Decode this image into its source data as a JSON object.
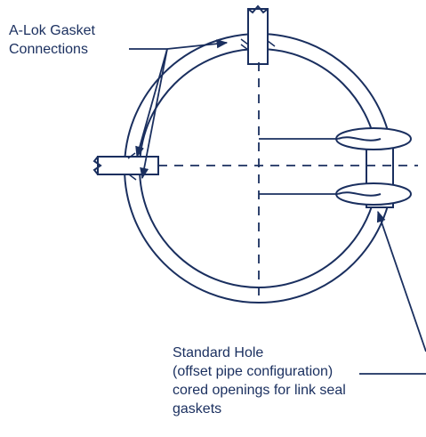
{
  "callouts": {
    "gasket_connections": {
      "lines": [
        "A-Lok Gasket",
        "Connections"
      ]
    },
    "standard_hole": {
      "lines": [
        "Standard Hole",
        "(offset pipe configuration)",
        "cored openings for link seal",
        "gaskets"
      ]
    }
  },
  "colors": {
    "ink": "#1a2f5f",
    "background": "#ffffff"
  }
}
